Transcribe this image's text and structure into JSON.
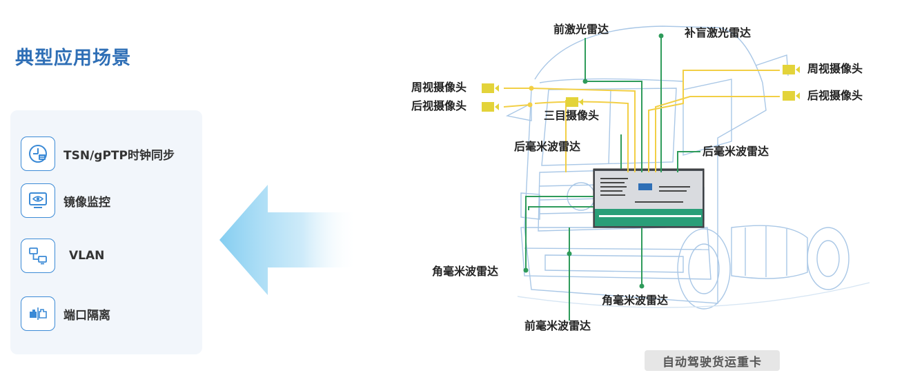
{
  "title": "典型应用场景",
  "features": [
    {
      "label": "TSN/gPTP时钟同步",
      "icon": "clock-sync-icon"
    },
    {
      "label": "镜像监控",
      "icon": "eye-monitor-icon"
    },
    {
      "label": "VLAN",
      "icon": "network-icon"
    },
    {
      "label": "端口隔离",
      "icon": "port-isolation-icon"
    }
  ],
  "callouts": {
    "front_lidar": "前激光雷达",
    "blind_lidar": "补盲激光雷达",
    "surround_cam_left": "周视摄像头",
    "rear_cam_left": "后视摄像头",
    "surround_cam_right": "周视摄像头",
    "rear_cam_right": "后视摄像头",
    "trinocular_cam": "三目摄像头",
    "rear_mmwave_left": "后毫米波雷达",
    "rear_mmwave_right": "后毫米波雷达",
    "corner_mmwave_left": "角毫米波雷达",
    "corner_mmwave_center": "角毫米波雷达",
    "front_mmwave": "前毫米波雷达"
  },
  "caption": "自动驾驶货运重卡",
  "colors": {
    "title": "#2f6fb6",
    "accent": "#3b8ad6",
    "green_line": "#2e9b5a",
    "yellow_line": "#f2cf45",
    "truck_line": "#a9c7e6"
  }
}
